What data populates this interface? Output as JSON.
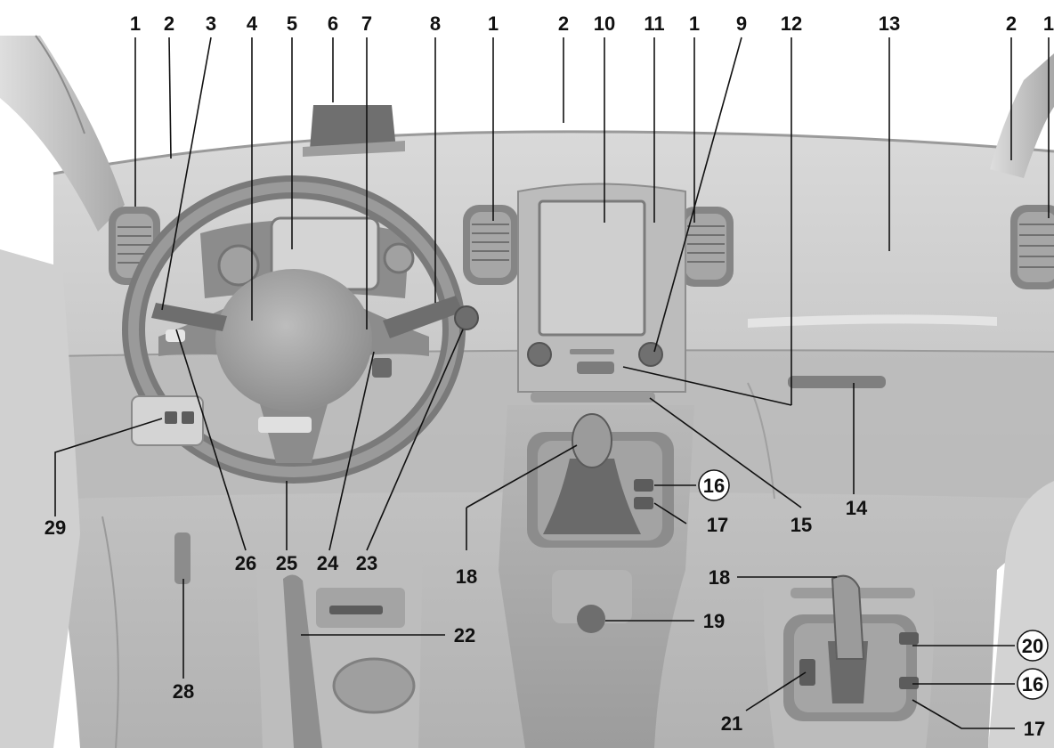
{
  "callouts": [
    {
      "id": "c1a",
      "label": "1"
    },
    {
      "id": "c2a",
      "label": "2"
    },
    {
      "id": "c3",
      "label": "3"
    },
    {
      "id": "c4",
      "label": "4"
    },
    {
      "id": "c5",
      "label": "5"
    },
    {
      "id": "c6",
      "label": "6"
    },
    {
      "id": "c7",
      "label": "7"
    },
    {
      "id": "c8",
      "label": "8"
    },
    {
      "id": "c1b",
      "label": "1"
    },
    {
      "id": "c2b",
      "label": "2"
    },
    {
      "id": "c10",
      "label": "10"
    },
    {
      "id": "c11",
      "label": "11"
    },
    {
      "id": "c1c",
      "label": "1"
    },
    {
      "id": "c9",
      "label": "9"
    },
    {
      "id": "c12",
      "label": "12"
    },
    {
      "id": "c13",
      "label": "13"
    },
    {
      "id": "c2c",
      "label": "2"
    },
    {
      "id": "c1d",
      "label": "1"
    },
    {
      "id": "c29",
      "label": "29"
    },
    {
      "id": "c26",
      "label": "26"
    },
    {
      "id": "c25",
      "label": "25"
    },
    {
      "id": "c24",
      "label": "24"
    },
    {
      "id": "c23",
      "label": "23"
    },
    {
      "id": "c18a",
      "label": "18"
    },
    {
      "id": "c16a",
      "label": "16"
    },
    {
      "id": "c17a",
      "label": "17"
    },
    {
      "id": "c15",
      "label": "15"
    },
    {
      "id": "c14",
      "label": "14"
    },
    {
      "id": "c28",
      "label": "28"
    },
    {
      "id": "c22",
      "label": "22"
    },
    {
      "id": "c19",
      "label": "19"
    },
    {
      "id": "c18b",
      "label": "18"
    },
    {
      "id": "c20",
      "label": "20"
    },
    {
      "id": "c16b",
      "label": "16"
    },
    {
      "id": "c21",
      "label": "21"
    },
    {
      "id": "c17b",
      "label": "17"
    }
  ],
  "colors": {
    "background": "#ffffff",
    "dash": "#c8c8c8",
    "dash_dark": "#a9a9a9",
    "dash_shadow": "#8f8f8f",
    "screen": "#d6d6d6",
    "label": "#111111"
  }
}
